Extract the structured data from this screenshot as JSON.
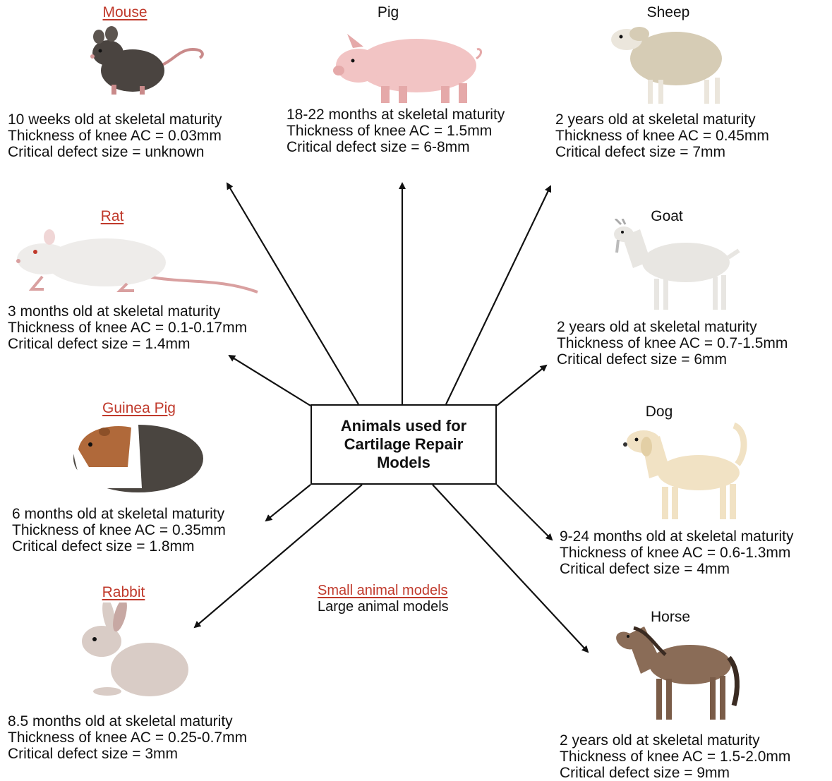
{
  "center": {
    "line1": "Animals used for",
    "line2": "Cartilage Repair",
    "line3": "Models"
  },
  "legend": {
    "small": "Small animal models",
    "large": "Large animal models"
  },
  "colors": {
    "small_title": "#c0392b",
    "large_title": "#111111",
    "arrow": "#111111"
  },
  "animals": {
    "mouse": {
      "name": "Mouse",
      "category": "small",
      "icon": "mouse-icon",
      "maturity": "10 weeks old at skeletal maturity",
      "thickness": "Thickness of knee AC = 0.03mm",
      "defect": "Critical defect size = unknown"
    },
    "pig": {
      "name": "Pig",
      "category": "large",
      "icon": "pig-icon",
      "maturity": "18-22 months at skeletal maturity",
      "thickness": "Thickness of knee AC = 1.5mm",
      "defect": "Critical defect size = 6-8mm"
    },
    "sheep": {
      "name": "Sheep",
      "category": "large",
      "icon": "sheep-icon",
      "maturity": "2 years old at skeletal maturity",
      "thickness": "Thickness of knee AC = 0.45mm",
      "defect": "Critical defect size = 7mm"
    },
    "rat": {
      "name": "Rat",
      "category": "small",
      "icon": "rat-icon",
      "maturity": "3 months old at skeletal maturity",
      "thickness": "Thickness of knee AC = 0.1-0.17mm",
      "defect": "Critical defect size = 1.4mm"
    },
    "goat": {
      "name": "Goat",
      "category": "large",
      "icon": "goat-icon",
      "maturity": "2 years old at skeletal maturity",
      "thickness": "Thickness of knee AC = 0.7-1.5mm",
      "defect": "Critical defect size = 6mm"
    },
    "guinea": {
      "name": "Guinea Pig",
      "category": "small",
      "icon": "guinea-pig-icon",
      "maturity": "6 months old at skeletal maturity",
      "thickness": "Thickness of knee AC = 0.35mm",
      "defect": "Critical defect size = 1.8mm"
    },
    "dog": {
      "name": "Dog",
      "category": "large",
      "icon": "dog-icon",
      "maturity": "9-24 months old at skeletal maturity",
      "thickness": "Thickness of knee AC = 0.6-1.3mm",
      "defect": "Critical defect size = 4mm"
    },
    "rabbit": {
      "name": "Rabbit",
      "category": "small",
      "icon": "rabbit-icon",
      "maturity": "8.5 months old at skeletal maturity",
      "thickness": "Thickness of knee AC = 0.25-0.7mm",
      "defect": "Critical defect size = 3mm"
    },
    "horse": {
      "name": "Horse",
      "category": "large",
      "icon": "horse-icon",
      "maturity": "2 years old at skeletal maturity",
      "thickness": "Thickness of knee AC = 1.5-2.0mm",
      "defect": "Critical defect size = 9mm"
    }
  }
}
